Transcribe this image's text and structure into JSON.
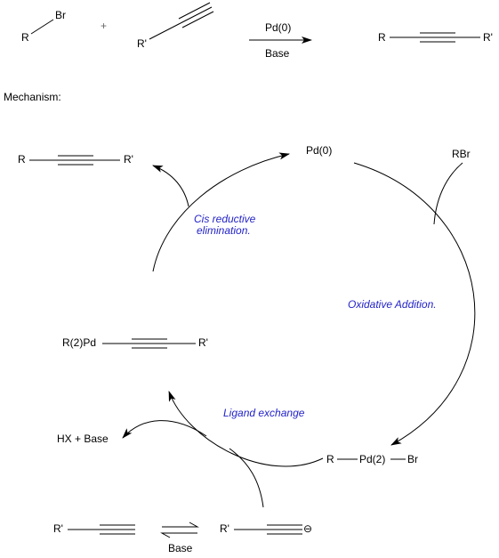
{
  "reaction": {
    "reactant1": {
      "r": "R",
      "x": "Br"
    },
    "plus": "+",
    "reactant2": {
      "r": "R'"
    },
    "condition_top": "Pd(0)",
    "condition_bottom": "Base",
    "product": {
      "left": "R",
      "right": "R'"
    }
  },
  "mechanism": {
    "heading": "Mechanism:",
    "catalyst": "Pd(0)",
    "reagent_in": "RBr",
    "product": {
      "left": "R",
      "right": "R'"
    },
    "steps": {
      "reductive_elimination_line1": "Cis reductive",
      "reductive_elimination_line2": "elimination.",
      "oxidative_addition": "Oxidative Addition.",
      "ligand_exchange": "Ligand exchange"
    },
    "intermediate_pd2": {
      "r": "R",
      "center": "Pd(2)",
      "x": "Br"
    },
    "intermediate_alkynyl": {
      "left": "R(2)Pd",
      "right": "R'"
    },
    "byproduct": "HX + Base",
    "alkyne": {
      "r": "R'"
    },
    "acetylide": {
      "r": "R'",
      "charge": "⊖"
    },
    "equilibrium_condition": "Base"
  },
  "colors": {
    "ink": "#000000",
    "step_label": "#2323c8"
  }
}
